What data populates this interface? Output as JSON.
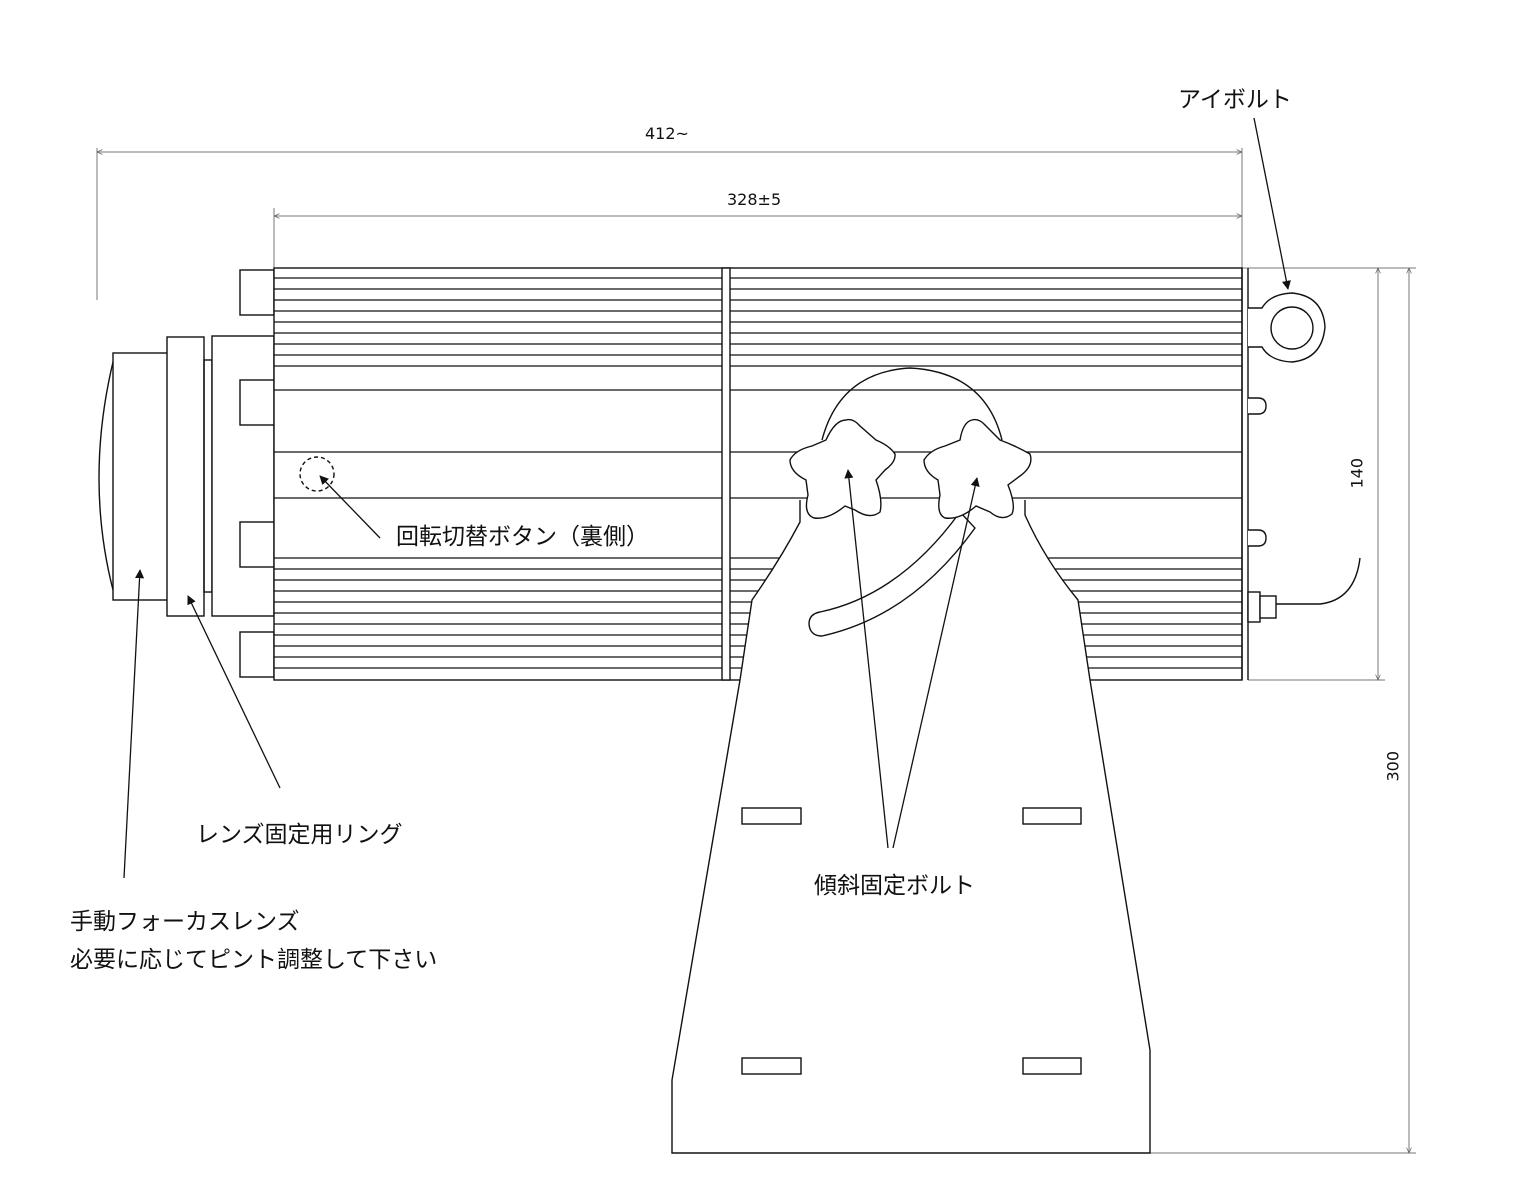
{
  "dimensions": {
    "overall_length": "412~",
    "body_length": "328±5",
    "body_height": "140",
    "total_height": "300"
  },
  "callouts": {
    "eye_bolt": "アイボルト",
    "rotation_switch": "回転切替ボタン（裏側）",
    "lens_ring": "レンズ固定用リング",
    "focus_lens_line1": "手動フォーカスレンズ",
    "focus_lens_line2": "必要に応じてピント調整して下さい",
    "tilt_bolt": "傾斜固定ボルト"
  },
  "colors": {
    "line": "#111111",
    "dimension_line": "#666666",
    "background": "#ffffff"
  }
}
